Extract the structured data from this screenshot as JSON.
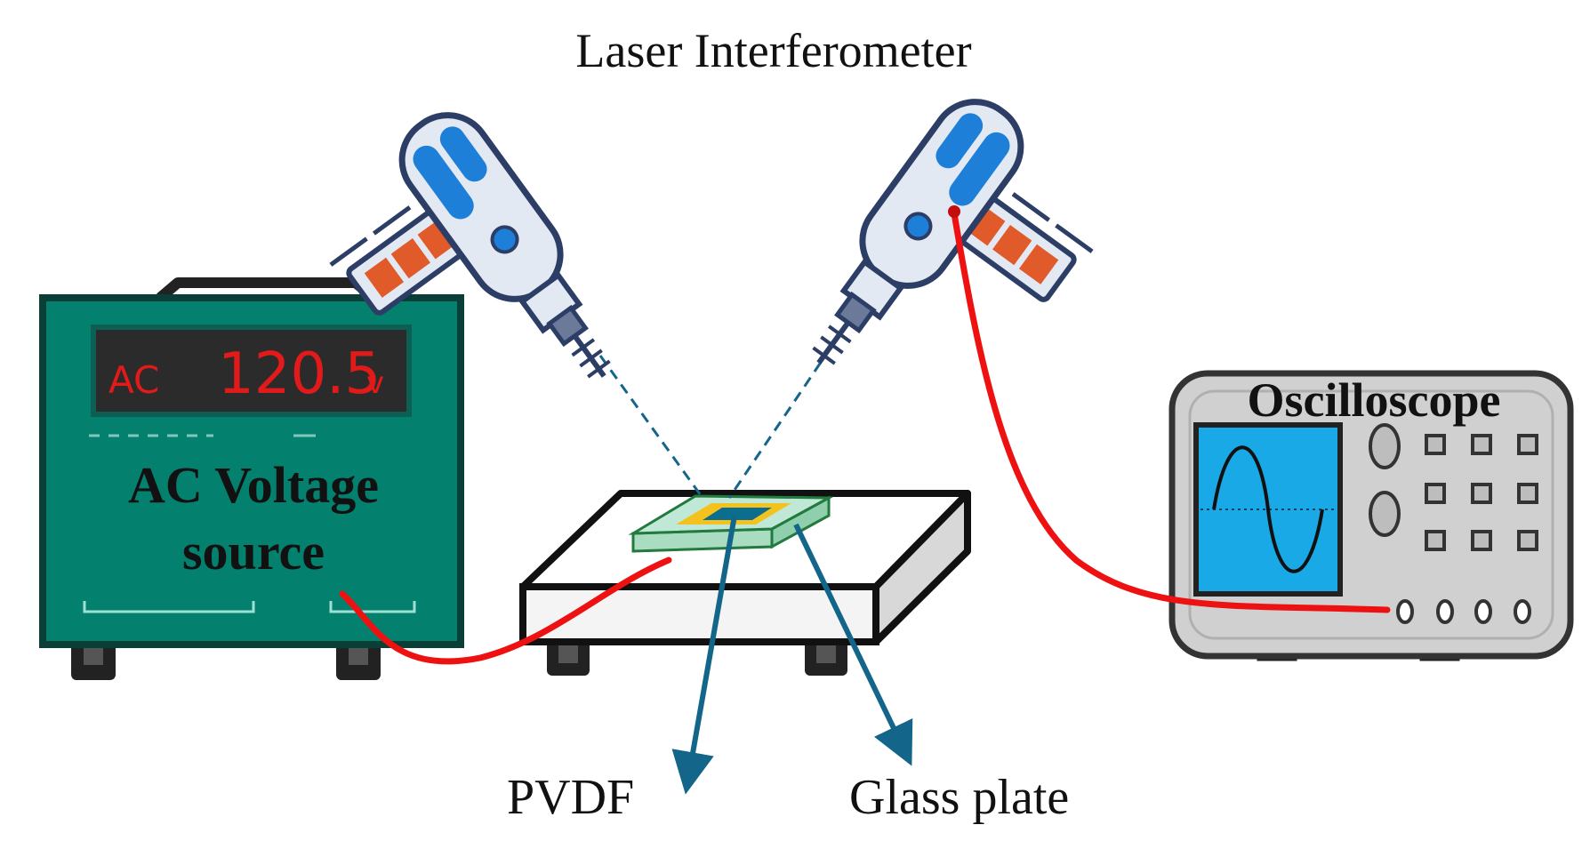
{
  "title": "Laser Interferometer",
  "voltage_source": {
    "mode": "AC",
    "reading": "120.5",
    "unit": "v",
    "label_line1": "AC Voltage",
    "label_line2": "source",
    "body_color": "#04806e",
    "lcd_color": "#2b2b2b",
    "text_color": "#e21a1a"
  },
  "oscilloscope": {
    "label": "Oscilloscope",
    "screen_color": "#19a9e6",
    "case_color": "#d0d0d0"
  },
  "sample": {
    "pvdf_label": "PVDF",
    "glass_label": "Glass plate",
    "pvdf_color": "#0b6e8e",
    "glass_color": "#bfe9d6",
    "electrode_color": "#f3c21f"
  },
  "cable_color": "#ee1111",
  "arrow_color": "#13658a",
  "icons": [
    "laser-head-icon",
    "laser-head-icon"
  ]
}
